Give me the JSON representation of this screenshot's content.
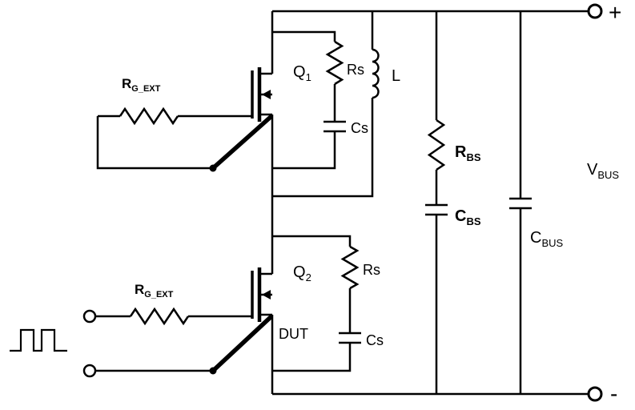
{
  "labels": {
    "q1": {
      "main": "Q",
      "sub": "1"
    },
    "q2": {
      "main": "Q",
      "sub": "2"
    },
    "rg_ext_top": {
      "main": "R",
      "sub": "G_EXT"
    },
    "rg_ext_bottom": {
      "main": "R",
      "sub": "G_EXT"
    },
    "rs_top": "Rs",
    "cs_top": "Cs",
    "rs_bottom": "Rs",
    "cs_bottom": "Cs",
    "inductor": "L",
    "rbs": {
      "main": "R",
      "sub": "BS"
    },
    "cbs": {
      "main": "C",
      "sub": "BS"
    },
    "cbus": {
      "main": "C",
      "sub": "BUS"
    },
    "vbus": {
      "main": "V",
      "sub": "BUS"
    },
    "dut": "DUT",
    "plus_terminal": "+",
    "minus_terminal": "-"
  },
  "colors": {
    "line": "#000000",
    "background": "#ffffff"
  }
}
